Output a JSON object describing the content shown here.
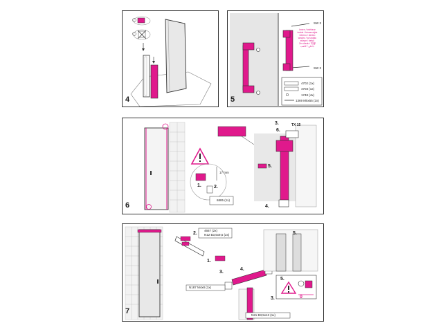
{
  "colors": {
    "accent": "#e0198c",
    "line": "#333333",
    "glass": "#e6e6e6",
    "tile": "#f2f2f2",
    "warning": "#e0198c"
  },
  "panels": {
    "p4": {
      "step": "4"
    },
    "p5": {
      "step": "5",
      "sw_top": "SW 3",
      "sw_bottom": "SW 3",
      "note_lines": [
        "Innen / intérieur",
        "inside / binnenzijde",
        "interno / dentro",
        "wnętrz / w środku",
        "вътре / belső",
        "Ze středu / 内部",
        "داخلي / كاتعب"
      ],
      "parts": [
        {
          "code": "4702 (1x)"
        },
        {
          "code": "4703 (1x)"
        },
        {
          "code": "1748 (4x)"
        },
        {
          "code": "1369 M5x55 (2x)"
        }
      ]
    },
    "p6": {
      "step": "6",
      "labels": {
        "tx": "TX 15",
        "s3": "3.",
        "s6": "6.",
        "s5": "5.",
        "s4": "4.",
        "s1": "1.",
        "s2": "2.",
        "dim": "17 mm"
      },
      "part": "6885 (1x)"
    },
    "p7": {
      "step": "7",
      "labels": {
        "s1": "1.",
        "s2": "2.",
        "s3": "3.",
        "s4": "4.",
        "s5": "5.",
        "s3b": "3.",
        "s5b": "5.",
        "zero": "0"
      },
      "parts": {
        "a": "4667 (2x)",
        "b": "N12 B3,5x9,5 (2x)",
        "c": "N187 M4x8 (1x)",
        "d": "N21 B3,5x13 (1x)"
      }
    }
  }
}
